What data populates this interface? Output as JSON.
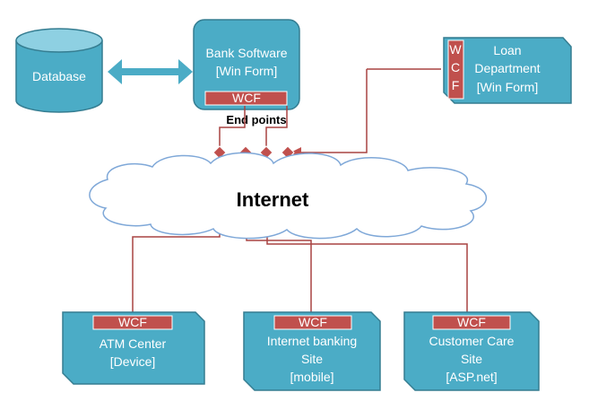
{
  "diagram": {
    "nodes": {
      "database": {
        "label": "Database"
      },
      "bank_software": {
        "lines": [
          "Bank Software",
          "[Win Form]"
        ],
        "tag": "WCF"
      },
      "loan_department": {
        "lines": [
          "Loan",
          "Department",
          "[Win Form]"
        ],
        "tag": "WCF"
      },
      "atm_center": {
        "lines": [
          "ATM Center",
          "[Device]"
        ],
        "tag": "WCF"
      },
      "internet_banking": {
        "lines": [
          "Internet banking",
          "Site",
          "[mobile]"
        ],
        "tag": "WCF"
      },
      "customer_care": {
        "lines": [
          "Customer Care",
          "Site",
          "[ASP.net]"
        ],
        "tag": "WCF"
      }
    },
    "endpoints_label": "End points",
    "internet_label": "Internet",
    "colors": {
      "teal": "#4BACC6",
      "teal_dark": "#357D91",
      "wcf_red": "#C0504D",
      "connector_red": "#A94442",
      "cloud_fill": "#FFFFFF",
      "cloud_stroke": "#7FA8D8"
    }
  }
}
